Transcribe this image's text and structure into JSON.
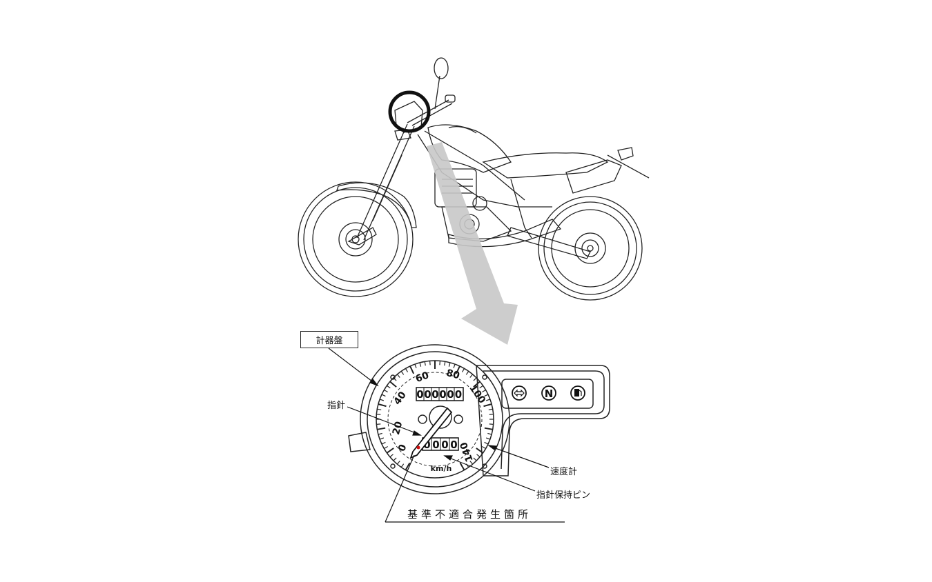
{
  "labels": {
    "instrument_panel": "計器盤",
    "needle": "指針",
    "speedometer": "速度計",
    "needle_pin": "指針保持ピン",
    "nonconformity_location": "基準不適合発生箇所"
  },
  "gauge": {
    "speed_ticks": [
      "0",
      "20",
      "40",
      "60",
      "80",
      "100",
      "140"
    ],
    "odometer": [
      "0",
      "0",
      "0",
      "0",
      "0",
      "0"
    ],
    "tripmeter": [
      "0",
      "0",
      "0",
      "0"
    ],
    "unit": "km/h",
    "indicator_neutral": "N"
  },
  "icons": [
    "turn-signal-icon",
    "neutral-icon",
    "fuel-icon"
  ],
  "colors": {
    "line": "#222222",
    "arrow_gray": "#c8c8c8",
    "pin_red": "#d01010"
  }
}
